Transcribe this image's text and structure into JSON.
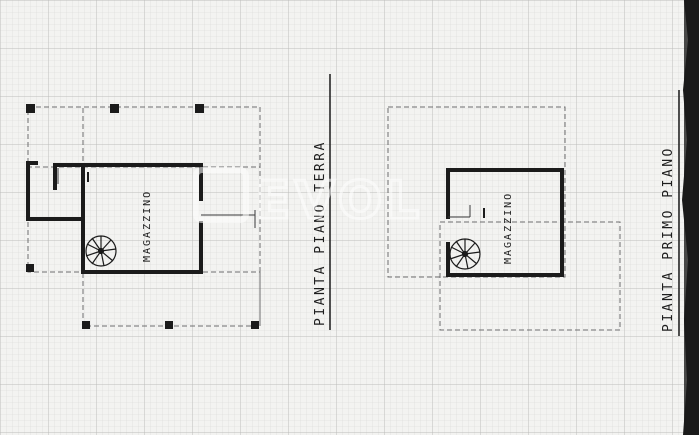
{
  "ground_floor": {
    "title": "PIANTA PIANO TERRA",
    "room_label": "MAGAZZINO"
  },
  "first_floor": {
    "title": "PIANTA PRIMO PIANO",
    "room_label": "MAGAZZINO"
  },
  "watermark": {
    "text": "EVOL"
  },
  "colors": {
    "paper": "#f3f3f1",
    "grid_fine": "#d8d8d6",
    "grid_major": "#bdbdbb",
    "wall": "#1b1b1b",
    "dashed_outline": "#6e6e6e"
  }
}
